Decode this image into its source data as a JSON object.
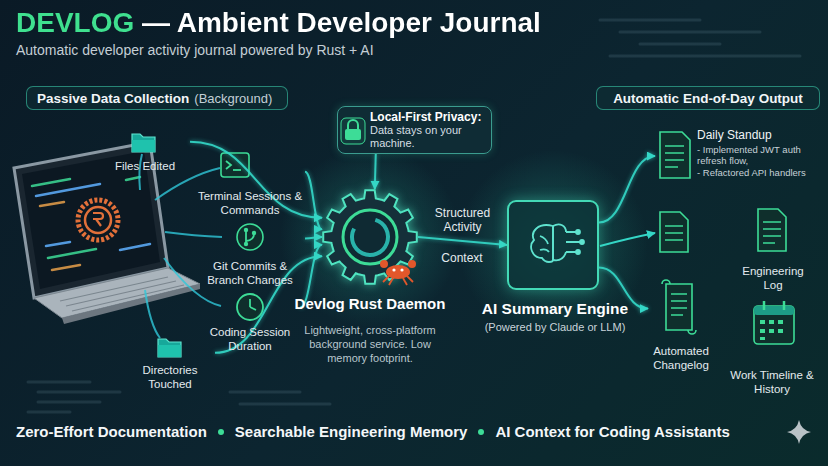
{
  "diagram": {
    "title": "DEVLOG — Ambient Developer Journal",
    "caption": "Automatic developer activity journal powered by Rust + AI",
    "nodes": [
      {
        "text": [
          "Passive Data Collection",
          "(Background)"
        ]
      },
      {
        "text": [
          "Local-First Privacy:",
          "Data stays on your machine."
        ]
      },
      {
        "text": [
          "Automatic End-of-Day Output"
        ]
      },
      {
        "text": [
          "Files Edited"
        ]
      },
      {
        "text": [
          "Terminal Sessions & Commands"
        ]
      },
      {
        "text": [
          "Git Commits & Branch Changes"
        ]
      },
      {
        "text": [
          "Coding Session Duration"
        ]
      },
      {
        "text": [
          "Directories Touched"
        ]
      },
      {
        "text": [
          "Devlog Rust Daemon",
          "Lightweight, cross-platform background service. Low memory footprint."
        ]
      },
      {
        "text": [
          "AI Summary Engine",
          "(Powered by Claude or LLM)"
        ]
      },
      {
        "text": [
          "Daily Standup",
          "- Implemented JWT auth refresh flow,",
          "- Refactored API handlers"
        ]
      },
      {
        "text": [
          "Engineering Log"
        ]
      },
      {
        "text": [
          "Automated Changelog"
        ]
      },
      {
        "text": [
          "Work Timeline & History"
        ]
      }
    ],
    "edges": [
      {
        "from": 3,
        "to": 8,
        "arrow": "to"
      },
      {
        "from": 4,
        "to": 8,
        "arrow": "to"
      },
      {
        "from": 5,
        "to": 8,
        "arrow": "to"
      },
      {
        "from": 6,
        "to": 8,
        "arrow": "to"
      },
      {
        "from": 7,
        "to": 8,
        "arrow": "to"
      },
      {
        "from": 1,
        "to": 8,
        "arrow": "to"
      },
      {
        "from": 8,
        "to": 9,
        "label": "Structured Activity",
        "arrow": "to"
      },
      {
        "from": 9,
        "to": 10,
        "arrow": "to"
      },
      {
        "from": 9,
        "to": 12,
        "arrow": "to"
      }
    ],
    "labels": [
      "Context",
      "Zero-Effort Documentation",
      "Searchable Engineering Memory",
      "AI Context for Coding Assistants"
    ]
  }
}
